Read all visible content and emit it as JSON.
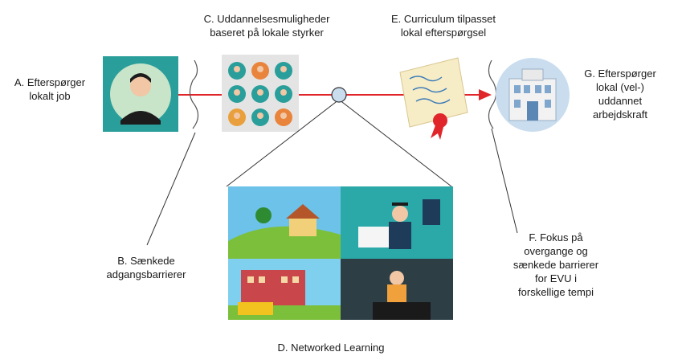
{
  "labels": {
    "a": {
      "line1": "A. Efterspørger",
      "line2": "lokalt job"
    },
    "b": {
      "line1": "B. Sænkede",
      "line2": "adgangsbarrierer"
    },
    "c": {
      "line1": "C. Uddannelsesmuligheder",
      "line2": "baseret på lokale styrker"
    },
    "d": {
      "line1": "D. Networked Learning"
    },
    "e": {
      "line1": "E. Curriculum tilpasset",
      "line2": "lokal efterspørgsel"
    },
    "f": {
      "line1": "F. Fokus på",
      "line2": "overgange og",
      "line3": "sænkede barrierer",
      "line4": "for EVU i",
      "line5": "forskellige tempi"
    },
    "g": {
      "line1": "G. Efterspørger",
      "line2": "lokal (vel-)",
      "line3": "uddannet",
      "line4": "arbejdskraft"
    }
  },
  "icons": {
    "job_seeker": "job-seeker-avatar-icon",
    "people_grid": "people-grid-icon",
    "network_node": "network-node-icon",
    "diploma": "diploma-scroll-icon",
    "building": "school-building-icon",
    "panel_countryside": "countryside-house-icon",
    "panel_graduate": "online-graduate-icon",
    "panel_school": "school-with-bus-icon",
    "panel_laptop": "person-at-laptop-icon"
  },
  "colors": {
    "arrow": "#e0252b",
    "line": "#333333",
    "teal": "#2a9e9a",
    "node": "#c9ddef"
  }
}
